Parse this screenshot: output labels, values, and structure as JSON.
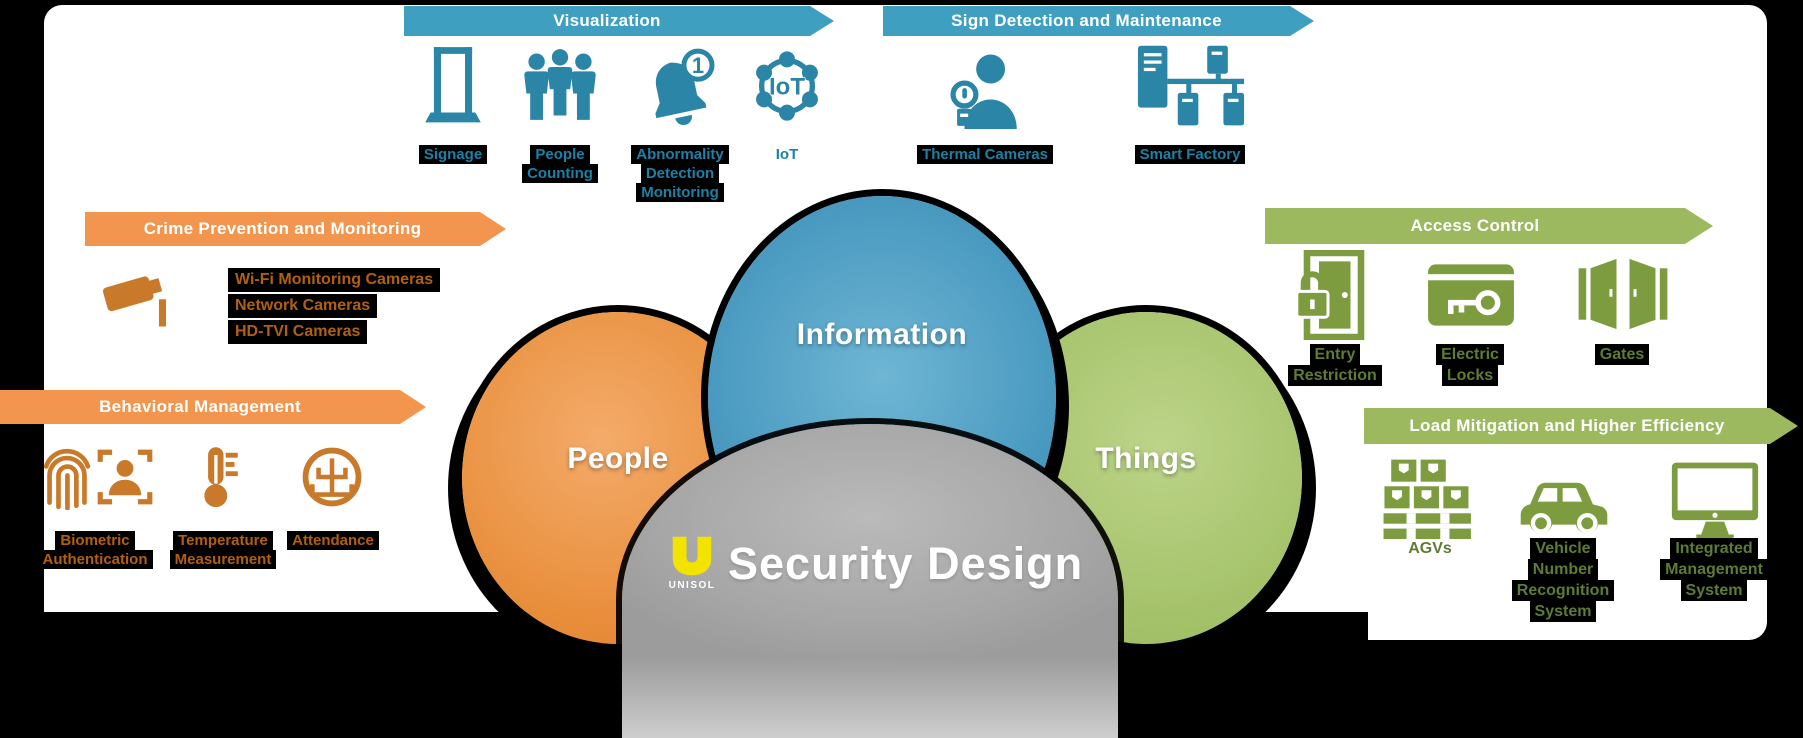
{
  "colors": {
    "background": "#000000",
    "panel": "#FFFFFF",
    "teal_banner": "#3F9FC1",
    "teal_icon": "#2B85A7",
    "teal_label": "#1D81A6",
    "orange_banner": "#F2954E",
    "orange_icon": "#C8792A",
    "orange_label": "#B2600F",
    "green_banner": "#9CB95F",
    "green_icon": "#7D9C40",
    "green_label": "#5E7C33",
    "circle_people": "#E78C38",
    "circle_information": "#4596BE",
    "circle_things": "#A3C168",
    "dome_gray": "#A9A9A9",
    "brand_yellow": "#F2E300"
  },
  "sections": {
    "visualization": {
      "banner": "Visualization",
      "items": [
        {
          "icon": "signage-icon",
          "lines": [
            "Signage"
          ]
        },
        {
          "icon": "people-counting-icon",
          "lines": [
            "People",
            "Counting"
          ]
        },
        {
          "icon": "abnormality-bell-icon",
          "lines": [
            "Abnormality",
            "Detection",
            "Monitoring"
          ]
        },
        {
          "icon": "iot-network-icon",
          "lines": [
            "IoT"
          ]
        }
      ]
    },
    "sign_detection": {
      "banner": "Sign Detection and Maintenance",
      "items": [
        {
          "icon": "thermal-camera-person-icon",
          "lines": [
            "Thermal Cameras"
          ]
        },
        {
          "icon": "smart-factory-icon",
          "lines": [
            "Smart Factory"
          ]
        }
      ]
    },
    "crime_prevention": {
      "banner": "Crime Prevention and Monitoring",
      "camera_types": [
        "Wi-Fi Monitoring Cameras",
        "Network Cameras",
        "HD-TVI Cameras"
      ]
    },
    "behavioral_management": {
      "banner": "Behavioral Management",
      "items": [
        {
          "icons": [
            "fingerprint-icon",
            "face-recognition-icon"
          ],
          "lines": [
            "Biometric",
            "Authentication"
          ]
        },
        {
          "icon": "thermometer-icon",
          "lines": [
            "Temperature",
            "Measurement"
          ]
        },
        {
          "icon": "attendance-icon",
          "lines": [
            "Attendance"
          ]
        }
      ]
    },
    "access_control": {
      "banner": "Access Control",
      "items": [
        {
          "icon": "entry-restriction-door-icon",
          "lines": [
            "Entry",
            "Restriction"
          ]
        },
        {
          "icon": "electric-lock-keycard-icon",
          "lines": [
            "Electric",
            "Locks"
          ]
        },
        {
          "icon": "gates-icon",
          "lines": [
            "Gates"
          ]
        }
      ]
    },
    "load_mitigation": {
      "banner": "Load Mitigation and Higher Efficiency",
      "items": [
        {
          "icon": "agv-boxes-icon",
          "lines": [
            "AGVs"
          ]
        },
        {
          "icon": "vehicle-icon",
          "lines": [
            "Vehicle",
            "Number",
            "Recognition",
            "System"
          ]
        },
        {
          "icon": "integrated-monitor-icon",
          "lines": [
            "Integrated",
            "Management",
            "System"
          ]
        }
      ]
    }
  },
  "center": {
    "circles": [
      {
        "label": "People"
      },
      {
        "label": "Information"
      },
      {
        "label": "Things"
      }
    ],
    "dome": {
      "brand": "UNISOL",
      "title": "Security Design"
    }
  }
}
